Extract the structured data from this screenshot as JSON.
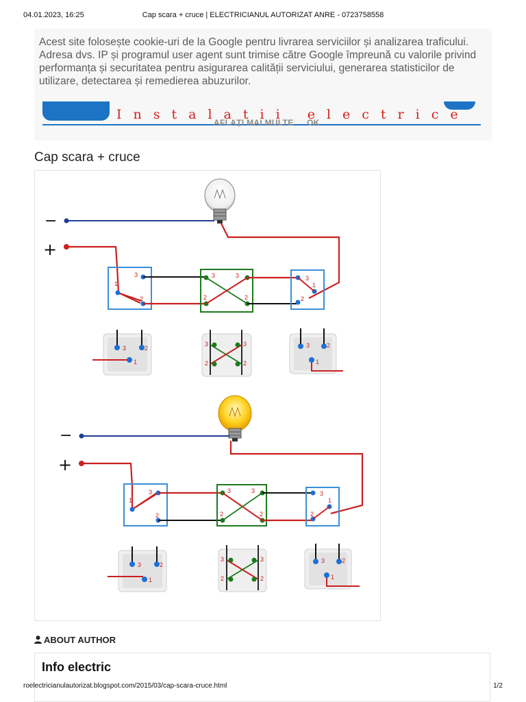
{
  "print_header": {
    "datetime": "04.01.2023, 16:25",
    "page_title": "Cap scara + cruce | ELECTRICIANUL AUTORIZAT ANRE - 0723758558"
  },
  "cookie_notice": {
    "text": "Acest site folosește cookie-uri de la Google pentru livrarea serviciilor și analizarea traficului. Adresa dvs. IP și programul user agent sunt trimise către Google împreună cu valorile privind performanța și securitatea pentru asigurarea calității serviciului, generarea statisticilor de utilizare, detectarea și remedierea abuzurilor.",
    "learn_more_label": "AFLAȚI MAI MULTE",
    "ok_label": "OK"
  },
  "banner": {
    "text": "Instalatii electrice",
    "logo_color": "#1d73c4",
    "text_color": "#d81c1c"
  },
  "post": {
    "title": "Cap scara + cruce"
  },
  "diagram": {
    "minus_label": "−",
    "plus_label": "+",
    "terminal_labels": [
      "1",
      "2",
      "3"
    ],
    "colors": {
      "neutral": "#1e3c96",
      "phase": "#cc1f1f",
      "traveler": "#111111",
      "stair_switch_box": "#3a8ed8",
      "cross_switch_box": "#1c7a1c",
      "terminal_dot": "#1d6fd6",
      "cross_dot": "#1c7a1c"
    }
  },
  "author": {
    "label": "ABOUT AUTHOR",
    "name": "Info electric"
  },
  "print_footer": {
    "url": "roelectricianulautorizat.blogspot.com/2015/03/cap-scara-cruce.html",
    "page": "1/2"
  }
}
